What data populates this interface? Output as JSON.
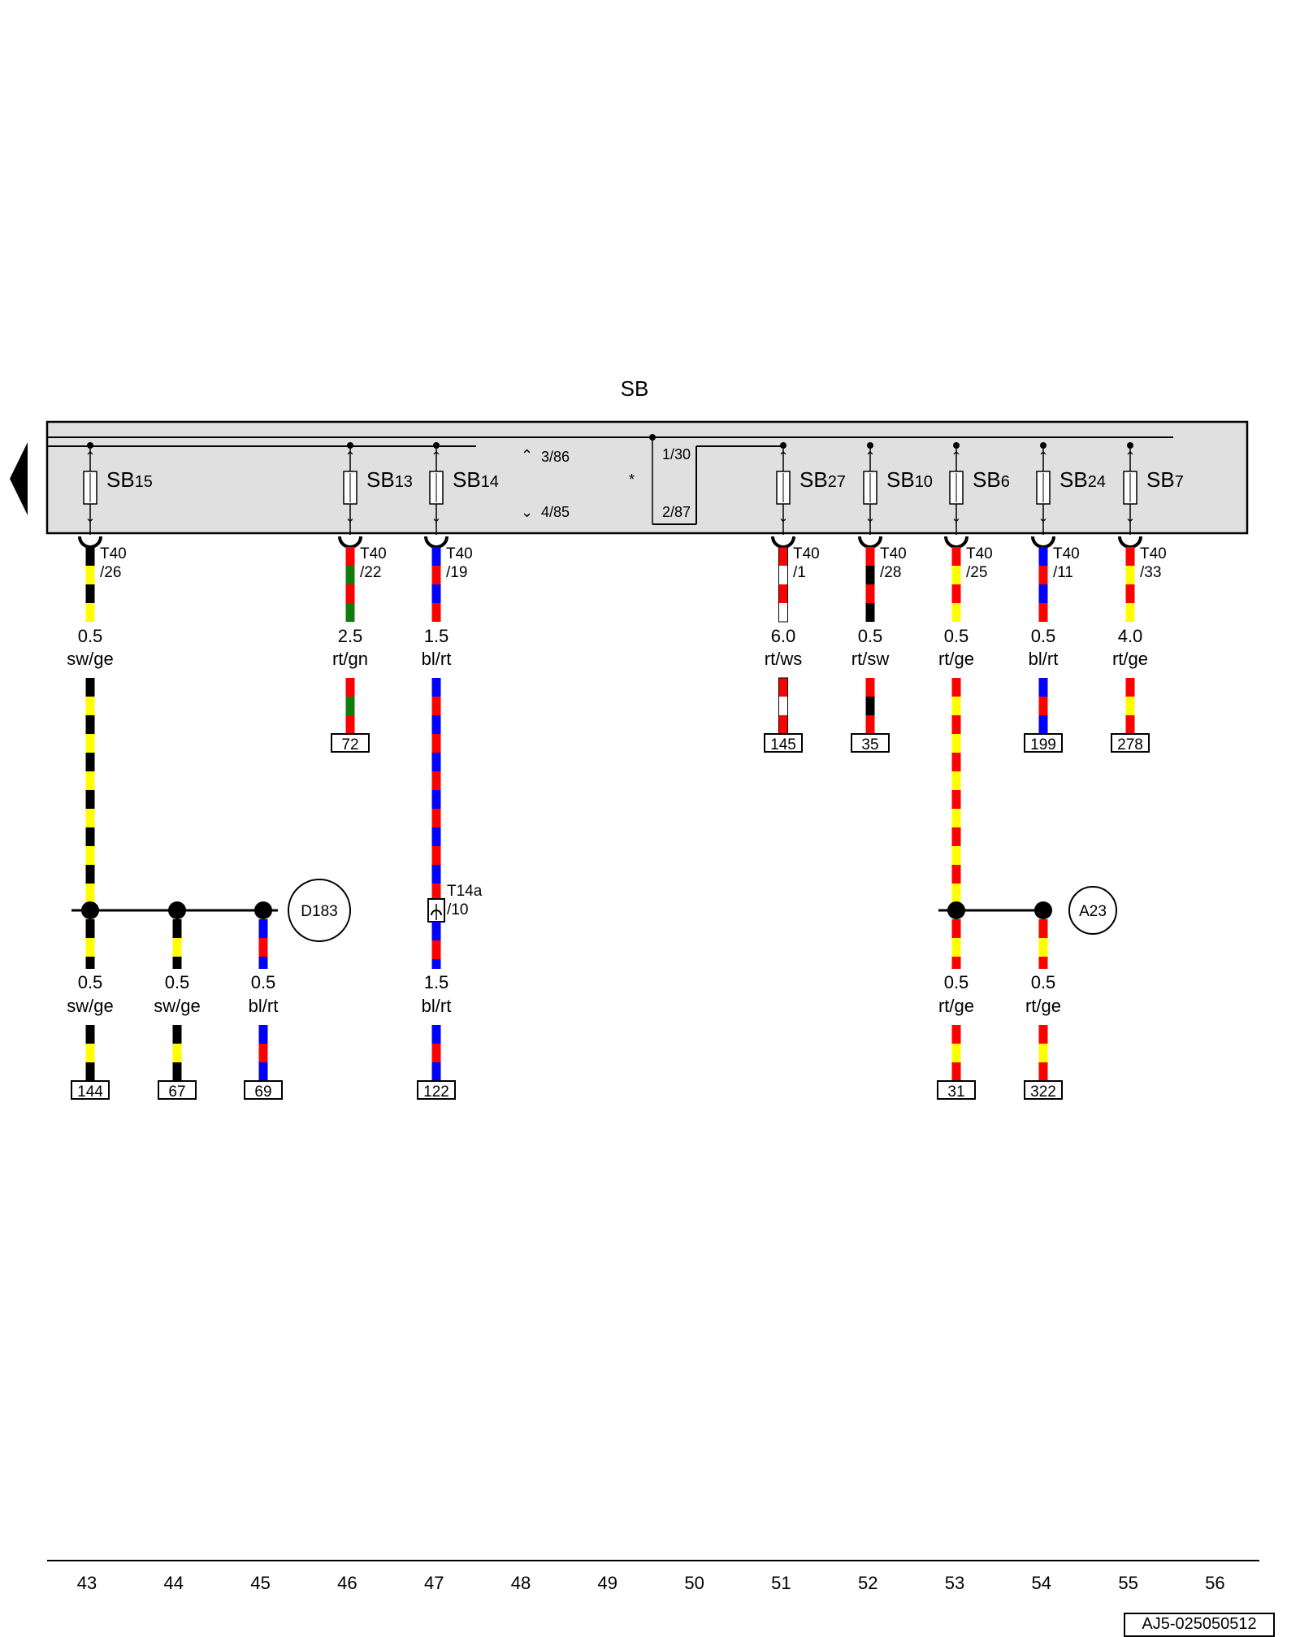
{
  "title": "SB",
  "colors": {
    "sw": "#000000",
    "ge": "#ffff00",
    "rt": "#ff0000",
    "gn": "#107c10",
    "bl": "#0000ff",
    "ws": "#ffffff",
    "panel": "#e0e0e0"
  },
  "relay": {
    "pin_a": "3/86",
    "pin_b": "4/85",
    "pin_c": "1/30",
    "pin_d": "2/87",
    "star": "*"
  },
  "fuses": [
    {
      "base": "SB",
      "num": "15",
      "conn1": "T40",
      "conn2": "/26",
      "size": "0.5",
      "color": "sw/ge",
      "colors": [
        "sw",
        "ge"
      ]
    },
    {
      "base": "SB",
      "num": "13",
      "conn1": "T40",
      "conn2": "/22",
      "size": "2.5",
      "color": "rt/gn",
      "colors": [
        "rt",
        "gn"
      ],
      "ref": "72"
    },
    {
      "base": "SB",
      "num": "14",
      "conn1": "T40",
      "conn2": "/19",
      "size": "1.5",
      "color": "bl/rt",
      "colors": [
        "bl",
        "rt"
      ]
    },
    {
      "base": "SB",
      "num": "27",
      "conn1": "T40",
      "conn2": "/1",
      "size": "6.0",
      "color": "rt/ws",
      "colors": [
        "rt",
        "ws"
      ],
      "ref": "145"
    },
    {
      "base": "SB",
      "num": "10",
      "conn1": "T40",
      "conn2": "/28",
      "size": "0.5",
      "color": "rt/sw",
      "colors": [
        "rt",
        "sw"
      ],
      "ref": "35"
    },
    {
      "base": "SB",
      "num": "6",
      "conn1": "T40",
      "conn2": "/25",
      "size": "0.5",
      "color": "rt/ge",
      "colors": [
        "rt",
        "ge"
      ]
    },
    {
      "base": "SB",
      "num": "24",
      "conn1": "T40",
      "conn2": "/11",
      "size": "0.5",
      "color": "bl/rt",
      "colors": [
        "bl",
        "rt"
      ],
      "ref": "199"
    },
    {
      "base": "SB",
      "num": "7",
      "conn1": "T40",
      "conn2": "/33",
      "size": "4.0",
      "color": "rt/ge",
      "colors": [
        "rt",
        "ge"
      ],
      "ref": "278"
    }
  ],
  "junctions": {
    "d183": "D183",
    "a23": "A23",
    "t14a_1": "T14a",
    "t14a_2": "/10"
  },
  "branches": [
    {
      "size": "0.5",
      "color": "sw/ge",
      "colors": [
        "sw",
        "ge"
      ],
      "ref": "144"
    },
    {
      "size": "0.5",
      "color": "sw/ge",
      "colors": [
        "sw",
        "ge"
      ],
      "ref": "67"
    },
    {
      "size": "0.5",
      "color": "bl/rt",
      "colors": [
        "bl",
        "rt"
      ],
      "ref": "69"
    },
    {
      "size": "1.5",
      "color": "bl/rt",
      "colors": [
        "bl",
        "rt"
      ],
      "ref": "122"
    },
    {
      "size": "0.5",
      "color": "rt/ge",
      "colors": [
        "rt",
        "ge"
      ],
      "ref": "31"
    },
    {
      "size": "0.5",
      "color": "rt/ge",
      "colors": [
        "rt",
        "ge"
      ],
      "ref": "322"
    }
  ],
  "columns": [
    "43",
    "44",
    "45",
    "46",
    "47",
    "48",
    "49",
    "50",
    "51",
    "52",
    "53",
    "54",
    "55",
    "56"
  ],
  "doc_id": "AJ5-025050512"
}
